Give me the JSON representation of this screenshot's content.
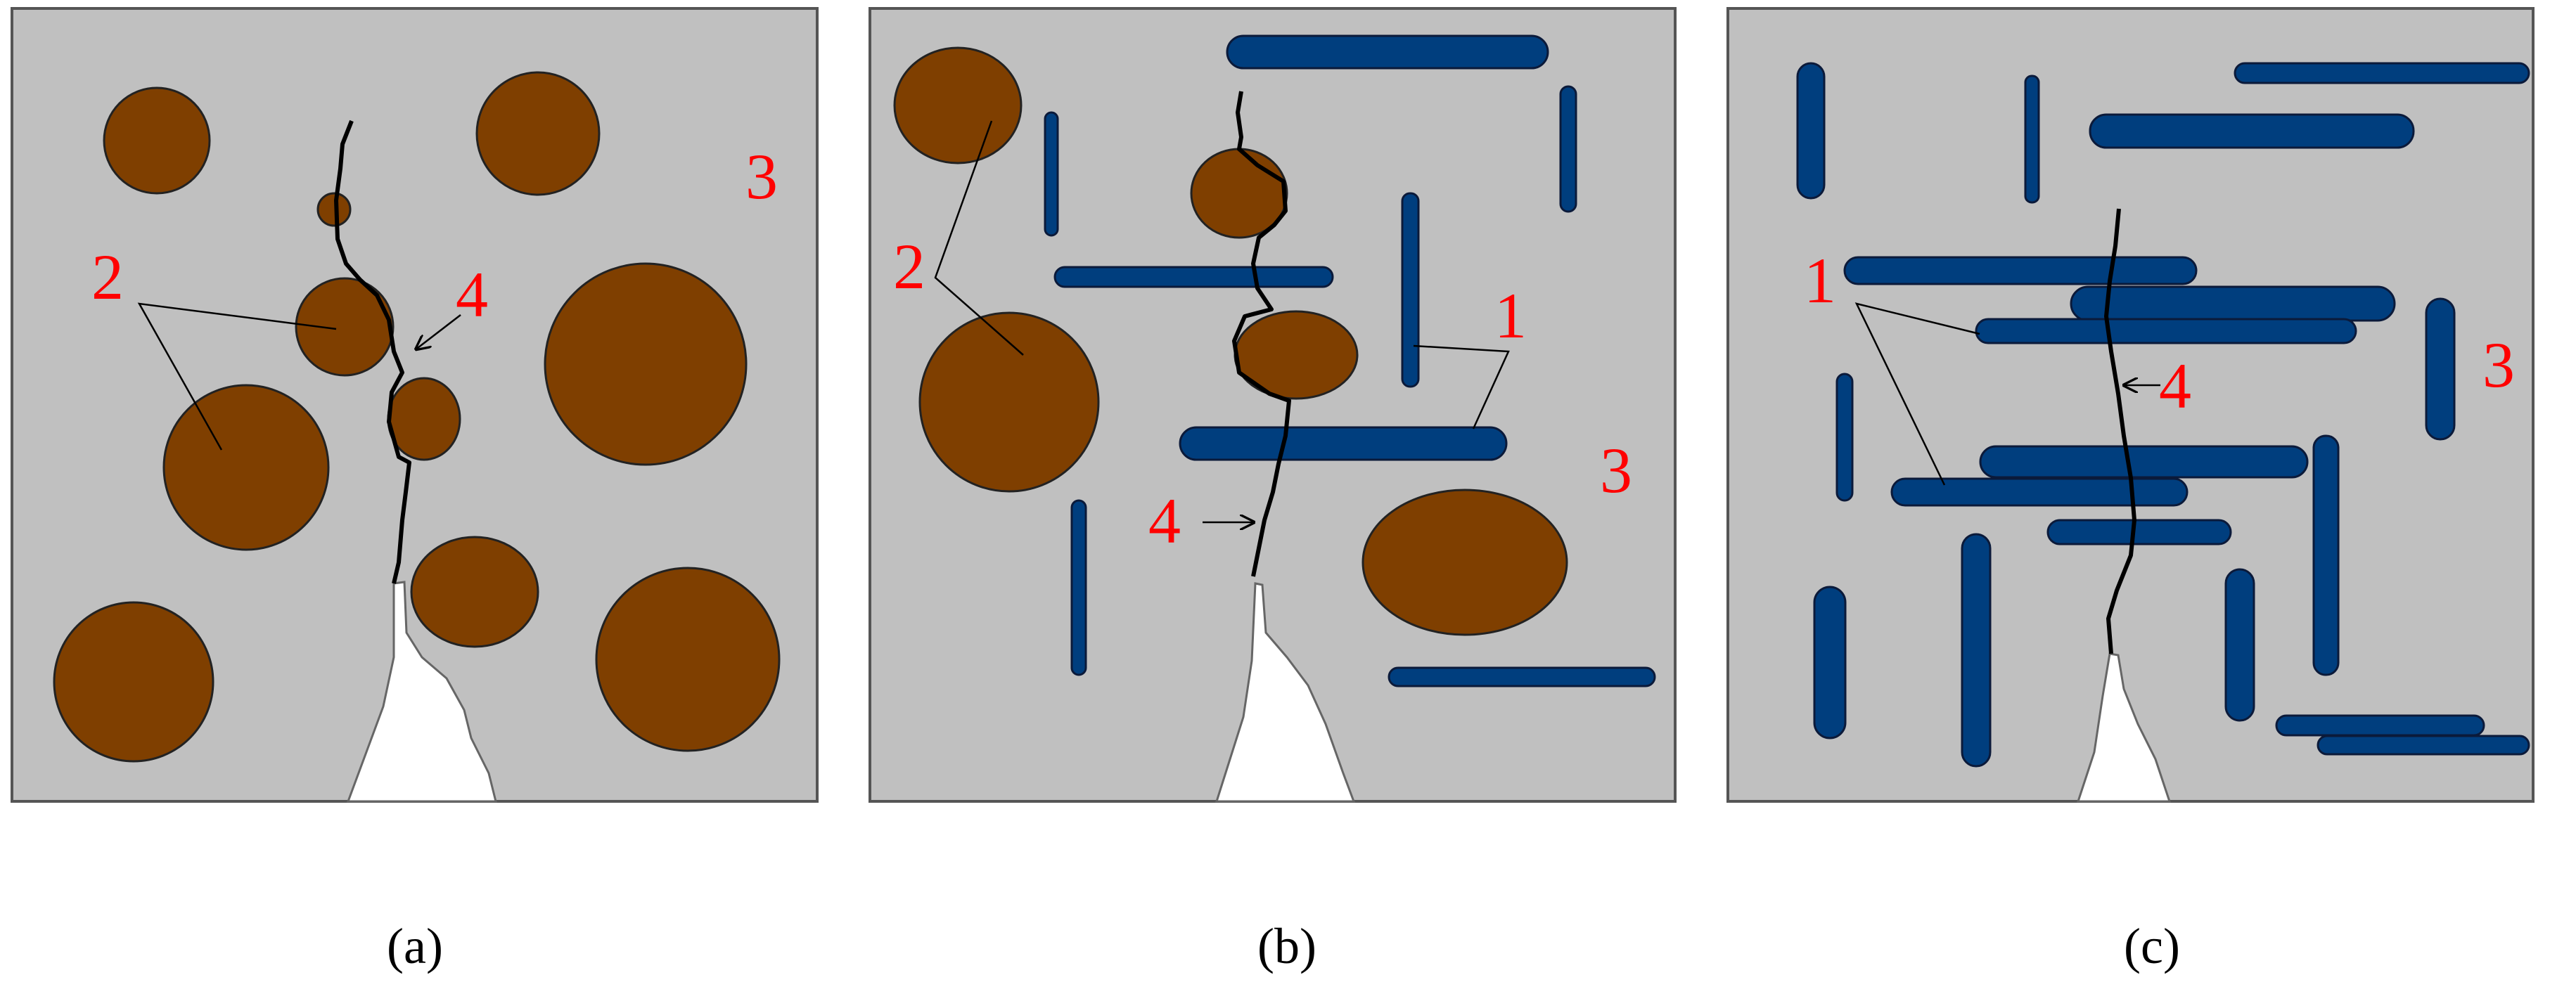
{
  "colors": {
    "matrix": "#c0c0c0",
    "aggregate": "#7f3f00",
    "fiber": "#003e7e",
    "label": "#ff0000",
    "crack": "#000000",
    "outline": "#555555"
  },
  "panels": [
    {
      "id": "a",
      "caption": "(a)",
      "labels": [
        "2",
        "4",
        "3"
      ]
    },
    {
      "id": "b",
      "caption": "(b)",
      "labels": [
        "2",
        "1",
        "4",
        "3"
      ]
    },
    {
      "id": "c",
      "caption": "(c)",
      "labels": [
        "1",
        "4",
        "3"
      ]
    }
  ]
}
